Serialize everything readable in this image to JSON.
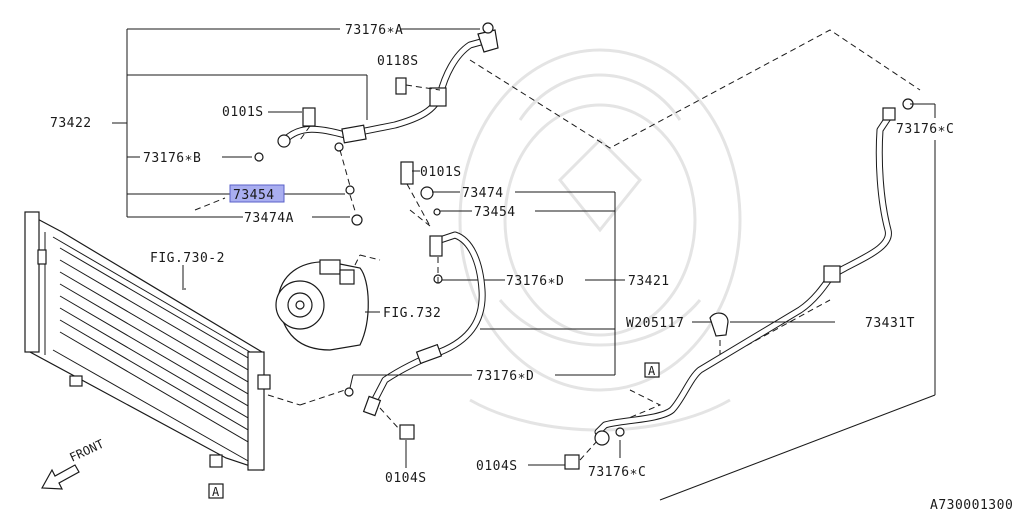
{
  "diagram": {
    "title_code": "A730001300",
    "direction_label": "FRONT",
    "section_marker": "A",
    "labels": {
      "p73176a": "73176∗A",
      "p0118s": "0118S",
      "p73422": "73422",
      "p0101s_top": "0101S",
      "p73176b": "73176∗B",
      "p73454_hl": "73454",
      "p73474a": "73474A",
      "p0101s_mid": "0101S",
      "p73474": "73474",
      "p73454": "73454",
      "fig730": "FIG.730-2",
      "p73176d_top": "73176∗D",
      "p73421": "73421",
      "fig732": "FIG.732",
      "w205117": "W205117",
      "p73431t": "73431T",
      "p73176c_right": "73176∗C",
      "p73176d_bottom": "73176∗D",
      "p0104s_left": "0104S",
      "p0104s_right": "0104S",
      "p73176c_bottom": "73176∗C"
    },
    "highlight_color": "#a9aef0"
  }
}
